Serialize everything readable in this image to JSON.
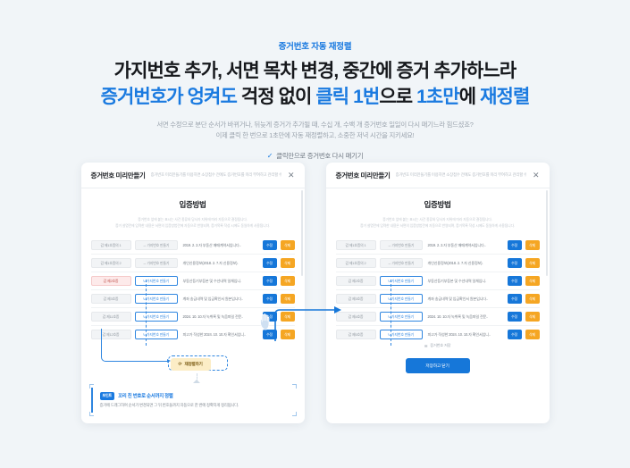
{
  "hero": {
    "eyebrow": "증거번호 자동 재정렬",
    "headline_1": "가지번호 추가, 서면 목차 변경, 중간에 증거 추가하느라",
    "headline_2_a": "증거번호가 엉켜도",
    "headline_2_b": " 걱정 없이 ",
    "headline_2_c": "클릭 1번",
    "headline_2_d": "으로 ",
    "headline_2_e": "1초만",
    "headline_2_f": "에 ",
    "headline_2_g": "재정렬",
    "subcopy_1": "서면 수정으로 분단 순서가 바뀌거나, 뒤늦게 증거가 추가될 때, 수십 개, 수백 개 증거번호 일일이 다시 매기느라 힘드셨죠?",
    "subcopy_2": "이제 클릭 한 번으로 1초만에 자동 재정렬하고, 소중한 저녁 시간을 지키세요!",
    "cta_check": "✓",
    "cta_label": "클릭만으로 증거번호 다시 매기기"
  },
  "colors": {
    "accent_blue": "#1a7ae0",
    "button_blue": "#1677d9",
    "button_orange": "#f5a623",
    "highlight_yellow": "#fcedc6",
    "background": "#f1f5f8"
  },
  "dialog": {
    "title": "증거번호 미리만들기",
    "subtitle": "증거번호 미리만들기를 이용하면 소장접수 전에도 증거번호를 미리 부여하고 관리할 수 있습니다.",
    "close_icon": "✕",
    "doc_title": "입증방법",
    "doc_note_1": "증거번호 앞에 붙는 표시는 사건 종류와 당사자 지위에 따라 자동으로 결정됩니다.",
    "doc_note_2": "증거 설명란에 입력한 내용은 서면의 입증방법란에 자동으로 반영되며, 증거목록 작성 시에도 동일하게 사용됩니다."
  },
  "left_panel": {
    "rows": [
      {
        "no": "갑 제1호증의 1",
        "tag": "→ 가지번호 만들기",
        "desc": "2019. 2. 2.자 부동산 매매계약서입니다..",
        "edit": "수정",
        "delete": "삭제",
        "no_active": false,
        "tag_blue": false
      },
      {
        "no": "갑 제1호증의 2",
        "tag": "→ 가지번호 만들기",
        "desc": "개인신용정보(2018. 2. 7.자 신용정보).",
        "edit": "수정",
        "delete": "삭제",
        "no_active": false,
        "tag_blue": false
      },
      {
        "no": "갑 제2호증",
        "tag": "↳ 가지번호 만들기",
        "desc": "부동산등기부등본 및 수선내역 일체입니.",
        "edit": "수정",
        "delete": "삭제",
        "no_active": true,
        "tag_blue": true
      },
      {
        "no": "갑 제3호증",
        "tag": "↳ 가지번호 만들기",
        "desc": "계좌 송금내역 및 입금확인서 원본입니다..",
        "edit": "수정",
        "delete": "삭제",
        "no_active": false,
        "tag_blue": true
      },
      {
        "no": "갑 제11호증",
        "tag": "↳ 가지번호 만들기",
        "desc": "2024. 10. 10.자 녹취록 및 녹음파일 전문..",
        "edit": "수정",
        "delete": "삭제",
        "no_active": false,
        "tag_blue": true
      },
      {
        "no": "갑 제12호증",
        "tag": "↳ 가지번호 만들기",
        "desc": "피고가 작성한 2024. 10. 10.자 확인서입니..",
        "edit": "수정",
        "delete": "삭제",
        "no_active": false,
        "tag_blue": true
      }
    ],
    "reorder_button": {
      "icon": "⟳",
      "label": "재정렬하기"
    },
    "tip": {
      "badge": "포인트",
      "heading": "꼬리 친 번호로 순서까지 정렬",
      "desc": "증거에 드래그하여 순서가 변경되면 그 뒤 번호들까지 자동으로 한 번에 정확하게 정리됩니다."
    }
  },
  "right_panel": {
    "rows": [
      {
        "no": "갑 제1호증의 1",
        "tag": "→ 가지번호 만들기",
        "desc": "2019. 2. 2.자 부동산 매매계약서입니다..",
        "edit": "수정",
        "delete": "삭제",
        "no_active": false,
        "tag_blue": false
      },
      {
        "no": "갑 제1호증의 2",
        "tag": "→ 가지번호 만들기",
        "desc": "개인신용정보(2018. 2. 7.자 신용정보).",
        "edit": "수정",
        "delete": "삭제",
        "no_active": false,
        "tag_blue": false
      },
      {
        "no": "갑 제2호증",
        "tag": "↳ 가지번호 만들기",
        "desc": "부동산등기부등본 및 수선내역 일체입니.",
        "edit": "수정",
        "delete": "삭제",
        "no_active": false,
        "tag_blue": true
      },
      {
        "no": "갑 제3호증",
        "tag": "↳ 가지번호 만들기",
        "desc": "계좌 송금내역 및 입금확인서 원본입니다..",
        "edit": "수정",
        "delete": "삭제",
        "no_active": false,
        "tag_blue": true
      },
      {
        "no": "갑 제4호증",
        "tag": "↳ 가지번호 만들기",
        "desc": "2024. 10. 10.자 녹취록 및 녹음파일 전문..",
        "edit": "수정",
        "delete": "삭제",
        "no_active": false,
        "tag_blue": true
      },
      {
        "no": "갑 제5호증",
        "tag": "↳ 가지번호 만들기",
        "desc": "피고가 작성한 2024. 10. 10.자 확인서입니..",
        "edit": "수정",
        "delete": "삭제",
        "no_active": false,
        "tag_blue": true
      }
    ],
    "footer_note": "증거번호 저장",
    "primary_button": "저장하고 닫기"
  }
}
